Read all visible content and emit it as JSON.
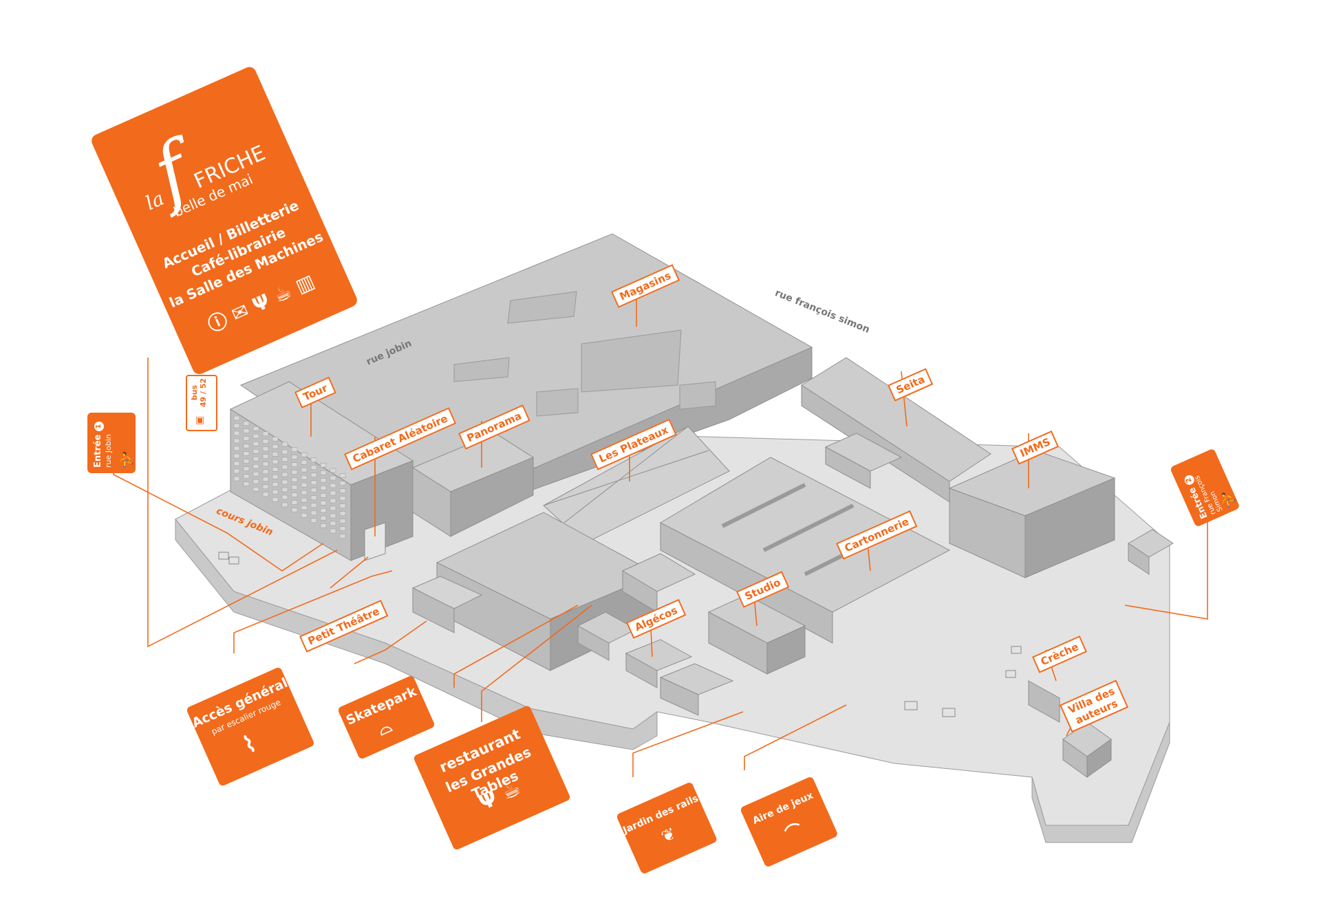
{
  "main_panel": {
    "logo_la": "la",
    "logo_friche": "FRICHE",
    "logo_sub": "belle de mai",
    "line1": "Accueil / Billetterie",
    "line2": "Café-librairie",
    "line3": "la Salle des Machines",
    "icons": [
      "info-icon",
      "ticket-icon",
      "fork-knife-icon",
      "coffee-cup-icon",
      "book-icon"
    ]
  },
  "entrance1": {
    "title": "Entrée",
    "number": "1",
    "street": "rue Jobin"
  },
  "entrance2": {
    "title": "Entrée",
    "number": "2",
    "street": "rue François Simon"
  },
  "bus": {
    "label": "bus",
    "lines": "49 / 52"
  },
  "streets": {
    "rue_jobin": "rue jobin",
    "rue_francois_simon": "rue françois simon",
    "cours_jobin": "cours jobin"
  },
  "buildings": {
    "tour": "Tour",
    "cabaret": "Cabaret Aléatoire",
    "panorama": "Panorama",
    "magasins": "Magasins",
    "plateaux": "Les Plateaux",
    "seita": "Seita",
    "imms": "IMMS",
    "cartonnerie": "Cartonnerie",
    "studio": "Studio",
    "algecos": "Algécos",
    "petit_theatre": "Petit Théâtre",
    "creche": "Crèche",
    "villa_line1": "Villa des",
    "villa_line2": "auteurs"
  },
  "bottom": {
    "acces_line1": "Accès général",
    "acces_line2": "par escalier rouge",
    "skatepark": "Skatepark",
    "restaurant_line1": "restaurant",
    "restaurant_line2": "les Grandes Tables",
    "jardin": "Jardin des rails",
    "aire": "Aire de jeux"
  },
  "colors": {
    "accent": "#f26a1b",
    "building_top": "#c8c8c8",
    "building_left": "#b9b9b9",
    "building_right": "#a7a7a7",
    "ground": "#e1e1e1"
  }
}
